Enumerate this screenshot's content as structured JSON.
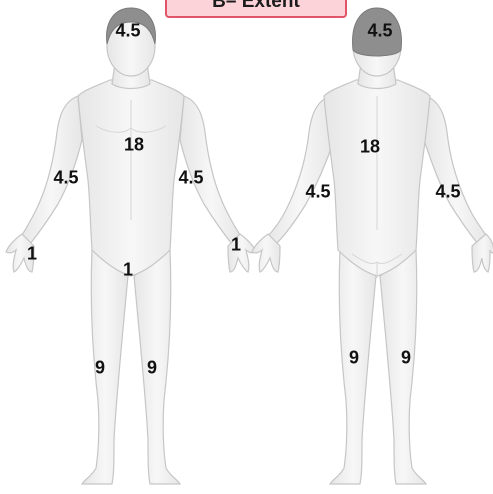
{
  "title": "B– Extent",
  "colors": {
    "skin": "#f2f2f2",
    "skin_stroke": "#c9c9c9",
    "hair": "#8e8e8e",
    "title_bg": "#fbd3d9",
    "title_border": "#e2546a"
  },
  "front": {
    "head": "4.5",
    "trunk": "18",
    "right_arm": "4.5",
    "left_arm": "4.5",
    "right_hand": "1",
    "left_hand": "1",
    "genitals": "1",
    "right_leg": "9",
    "left_leg": "9"
  },
  "back": {
    "head": "4.5",
    "trunk": "18",
    "left_arm": "4.5",
    "right_arm": "4.5",
    "left_leg": "9",
    "right_leg": "9"
  }
}
